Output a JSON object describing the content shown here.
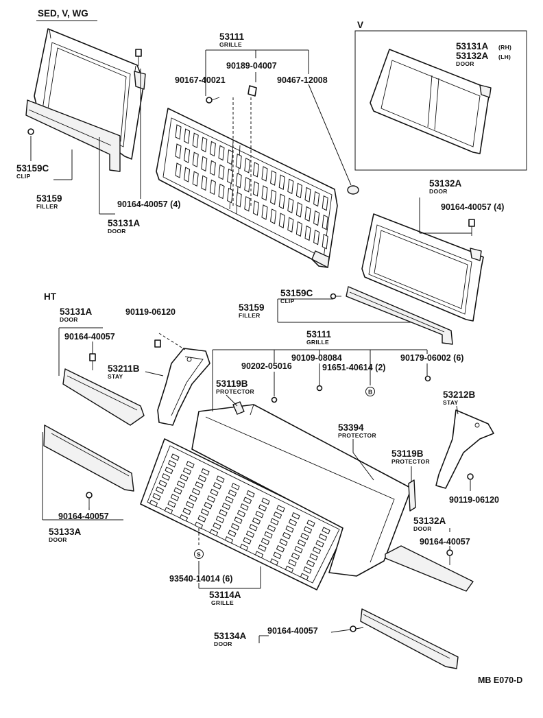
{
  "header": {
    "section_sed": "SED, V, WG",
    "section_v": "V",
    "section_ht": "HT"
  },
  "footer": {
    "code": "MB E070-D"
  },
  "labels": {
    "p53111_top": "53111",
    "grille_top": "GRILLE",
    "p90189": "90189-04007",
    "p90167": "90167-40021",
    "p90467": "90467-12008",
    "p53131A_v": "53131A",
    "rh": "(RH)",
    "p53132A_v": "53132A",
    "lh": "(LH)",
    "door_v": "DOOR",
    "p53159C_top": "53159C",
    "clip_top": "CLIP",
    "p53159_top": "53159",
    "filler_top": "FILLER",
    "p90164_4_top": "90164-40057 (4)",
    "p53131A_top": "53131A",
    "door_top": "DOOR",
    "p53132A_mid": "53132A",
    "door_mid": "DOOR",
    "p90164_4_mid": "90164-40057 (4)",
    "p53159C_mid": "53159C",
    "clip_mid": "CLIP",
    "p53159_mid": "53159",
    "filler_mid": "FILLER",
    "p53131A_ht": "53131A",
    "door_ht": "DOOR",
    "p90119_a": "90119-06120",
    "p90164_ht1": "90164-40057",
    "p53211B": "53211B",
    "stay_a": "STAY",
    "p53111_ht": "53111",
    "grille_ht": "GRILLE",
    "p90202": "90202-05016",
    "p90109": "90109-08084",
    "p90179": "90179-06002 (6)",
    "p91651": "91651-40614 (2)",
    "circ_b": "B",
    "p53119B_a": "53119B",
    "protector_a": "PROTECTOR",
    "p53394": "53394",
    "protector_b": "PROTECTOR",
    "p53212B": "53212B",
    "stay_b": "STAY",
    "p53119B_b": "53119B",
    "protector_c": "PROTECTOR",
    "p90119_b": "90119-06120",
    "p90164_ht2": "90164-40057",
    "p53133A": "53133A",
    "door_ht2": "DOOR",
    "p53132A_ht": "53132A",
    "door_ht3": "DOOR",
    "p90164_ht3": "90164-40057",
    "circ_s": "S",
    "p93540": "93540-14014 (6)",
    "p53114A": "53114A",
    "grille_b": "GRILLE",
    "p53134A": "53134A",
    "door_b": "DOOR",
    "p90164_bot": "90164-40057"
  }
}
